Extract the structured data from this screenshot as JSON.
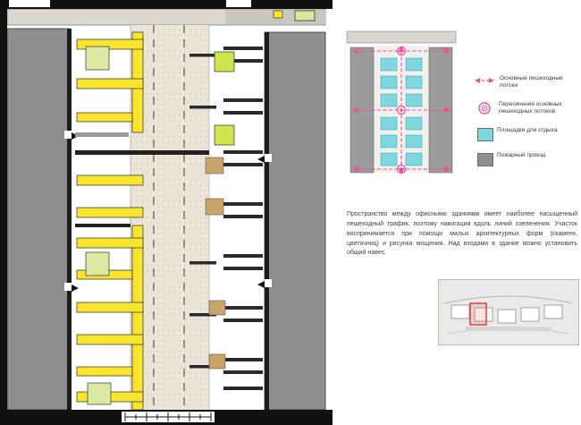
{
  "board": {
    "type": "architectural-masterplan-sheet"
  },
  "colors": {
    "accent_yellow": "#f9e52e",
    "rest_area_cyan": "#7ed7de",
    "flow_pink": "#ef4f9b",
    "building_gray": "#8f8f8f",
    "paving_beige": "#ebe5d9",
    "planter_green_light": "#dce9a2",
    "planter_green_bright": "#cfe34c",
    "planter_tan": "#c9a36a",
    "map_highlight_red": "#d93a2e"
  },
  "legend": {
    "items": [
      {
        "icon": "pedestrian-flow-arrow",
        "label": "Основные пешеходные потоки"
      },
      {
        "icon": "flow-intersection",
        "label": "Пересечения основных пешеходных потоков"
      },
      {
        "icon": "rest-area-swatch",
        "label": "Площадки для отдыха"
      },
      {
        "icon": "fire-lane-swatch",
        "label": "Пожарный проезд"
      }
    ]
  },
  "description": {
    "text": "Пространство между офисными зданиями имеет наиболее насыщенный пешеходный трафик, поэтому навигация вдоль линий озеленения. Участок воспринимается при помощи малых архитектурных форм (скамеек, цветочниц) и рисунка мощения. Над входами в здание можно установить общий навес."
  }
}
